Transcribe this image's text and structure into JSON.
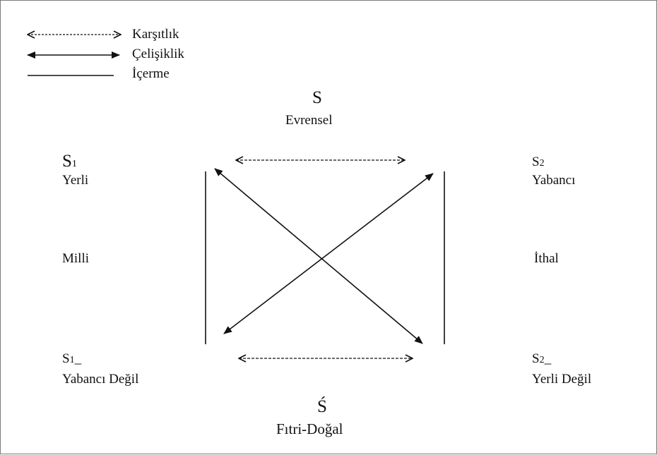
{
  "legend": {
    "contrariety": "Karşıtlık",
    "contradiction": "Çelişiklik",
    "implication": "İçerme"
  },
  "top": {
    "symbol": "S",
    "label": "Evrensel"
  },
  "bottom": {
    "symbol": "Ś",
    "label": "Fıtri-Doğal"
  },
  "s1": {
    "base": "S",
    "sub": "1",
    "label": "Yerli"
  },
  "s2": {
    "base": "S",
    "sub": "2",
    "label": "Yabancı"
  },
  "s1_neg": {
    "base": "S",
    "sub": "1",
    "mark": "_",
    "label": "Yabancı Değil"
  },
  "s2_neg": {
    "base": "S",
    "sub": "2",
    "mark": "_",
    "label": "Yerli Değil"
  },
  "left_mid": "Milli",
  "right_mid": "İthal"
}
